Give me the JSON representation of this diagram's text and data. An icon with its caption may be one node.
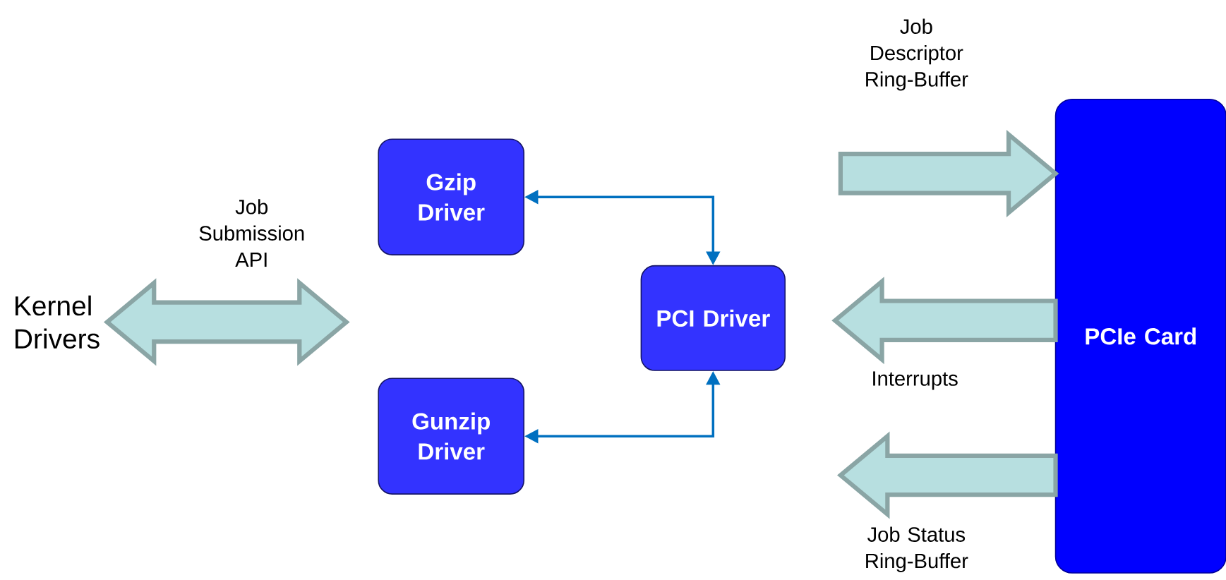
{
  "diagram": {
    "nodes": [
      {
        "text": [
          "Kernel Drivers"
        ]
      },
      {
        "text": [
          "Gzip Driver"
        ]
      },
      {
        "text": [
          "PCI Driver"
        ]
      },
      {
        "text": [
          "Gunzip Driver"
        ]
      },
      {
        "text": [
          "PCIe Card"
        ]
      }
    ],
    "edges": [
      {
        "from": 0,
        "to": null,
        "arrow": "both",
        "label": "Job Submission API"
      },
      {
        "from": 1,
        "to": 2,
        "arrow": "both",
        "color": "#0070c0"
      },
      {
        "from": 3,
        "to": 2,
        "arrow": "both",
        "color": "#0070c0"
      },
      {
        "from": null,
        "to": 4,
        "arrow": "to",
        "label": "Job Descriptor Ring-Buffer"
      },
      {
        "from": 4,
        "to": null,
        "arrow": "to",
        "label": "Interrupts"
      },
      {
        "from": 4,
        "to": null,
        "arrow": "to",
        "label": "Job Status Ring-Buffer"
      }
    ]
  }
}
